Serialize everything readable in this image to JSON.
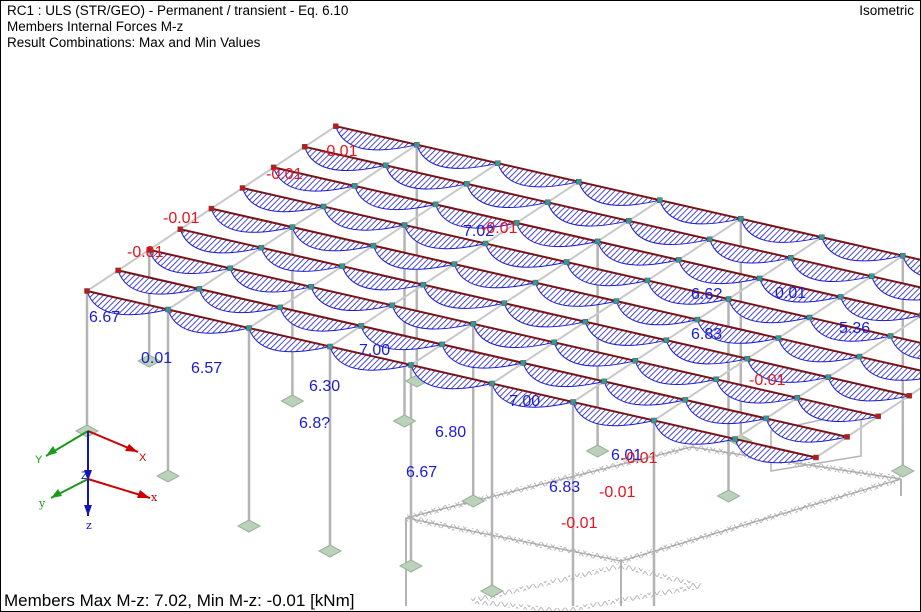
{
  "header": {
    "line1": "RC1 : ULS (STR/GEO) - Permanent / transient - Eq. 6.10",
    "line2": "Members Internal Forces M-z",
    "line3": "Result Combinations: Max and Min Values",
    "view_mode": "Isometric"
  },
  "footer": {
    "summary": "Members Max M-z: 7.02, Min M-z: -0.01 [kNm]"
  },
  "axes_global": {
    "x": "X",
    "y": "Y",
    "z": "Z"
  },
  "axes_local": {
    "x": "x",
    "y": "y",
    "z": "z"
  },
  "result_labels": {
    "max_values": [
      "0.01",
      "5.36",
      "6.67",
      "0.01",
      "6.57",
      "6.30",
      "6.8?",
      "7.00",
      "6.80",
      "6.83",
      "6.67",
      "6.01",
      "6.6?",
      "6.83",
      "7.00",
      "7.02"
    ],
    "min_values": [
      "-0.01",
      "-0.01",
      "-0.01",
      "-0.01",
      "-0.01",
      "-0.01",
      "-0.01",
      "-0.01",
      "-0.01"
    ]
  },
  "colors": {
    "positive": "#1c1cd2",
    "negative": "#e8141e",
    "member": "#7a1414",
    "node": "#2f9c9c",
    "support": "#b9d2b9",
    "structure": "#b4b4b4"
  }
}
